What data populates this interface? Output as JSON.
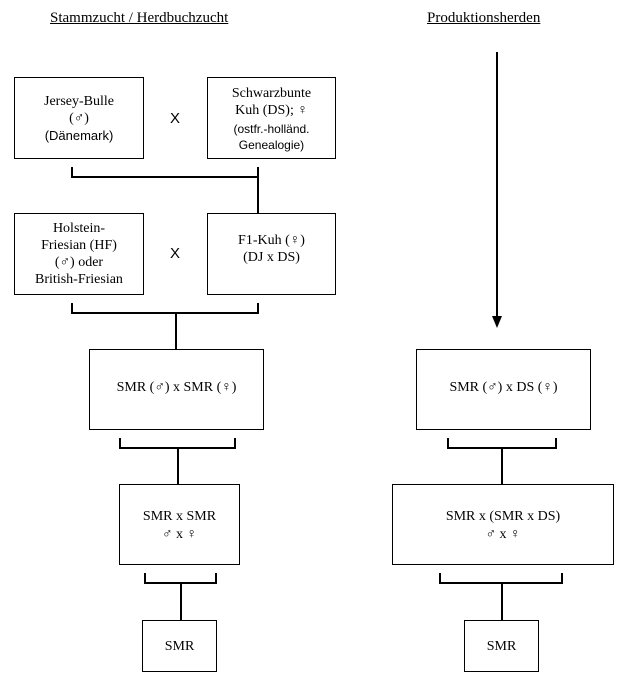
{
  "headings": {
    "left": "Stammzucht / Herdbuchzucht",
    "right": "Produktionsherden"
  },
  "boxes": {
    "jersey": {
      "l1": "Jersey-Bulle",
      "l2": "(♂)",
      "l3": "(Dänemark)"
    },
    "schwarzbunte": {
      "l1": "Schwarzbunte",
      "l2": "Kuh (DS); ♀",
      "l3": "(ostfr.-holländ.",
      "l4": "Genealogie)"
    },
    "holstein": {
      "l1": "Holstein-",
      "l2": "Friesian (HF)",
      "l3": "(♂) oder",
      "l4": "British-Friesian"
    },
    "f1": {
      "l1": "F1-Kuh (♀)",
      "l2": "(DJ x DS)"
    },
    "smr_left_1": {
      "l1": "SMR (♂) x SMR (♀)"
    },
    "smr_left_2": {
      "l1": "SMR x SMR",
      "l2": "♂ x ♀"
    },
    "smr_left_3": {
      "l1": "SMR"
    },
    "smr_right_1": {
      "l1": "SMR (♂) x DS (♀)"
    },
    "smr_right_2": {
      "l1": "SMR x (SMR x DS)",
      "l2": "♂ x ♀"
    },
    "smr_right_3": {
      "l1": "SMR"
    }
  },
  "cross_symbol": "X"
}
